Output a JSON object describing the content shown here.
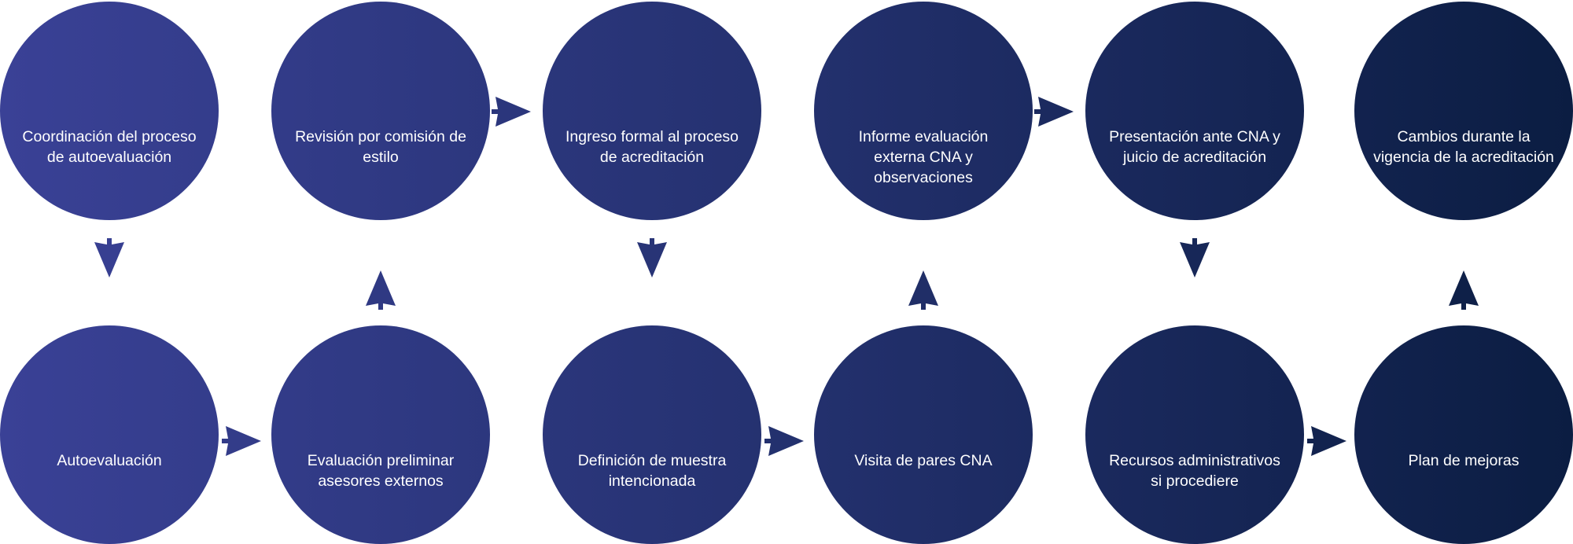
{
  "diagram": {
    "top_row": [
      {
        "label": "Coordinación del proceso de autoevaluación"
      },
      {
        "label": "Revisión por comisión de estilo"
      },
      {
        "label": "Ingreso formal al proceso de acreditación"
      },
      {
        "label": "Informe evaluación externa CNA y observaciones"
      },
      {
        "label": "Presentación ante CNA y juicio de acreditación"
      },
      {
        "label": "Cambios durante la vigencia de la acreditación"
      }
    ],
    "bottom_row": [
      {
        "label": "Autoevaluación"
      },
      {
        "label": "Evaluación preliminar asesores externos"
      },
      {
        "label": "Definición de muestra intencionada"
      },
      {
        "label": "Visita de pares CNA"
      },
      {
        "label": "Recursos administrativos si procediere"
      },
      {
        "label": "Plan de mejoras"
      }
    ],
    "colors": {
      "gradient_start": "#3a4196",
      "gradient_mid": "#24316f",
      "gradient_end": "#0b1d42"
    }
  }
}
